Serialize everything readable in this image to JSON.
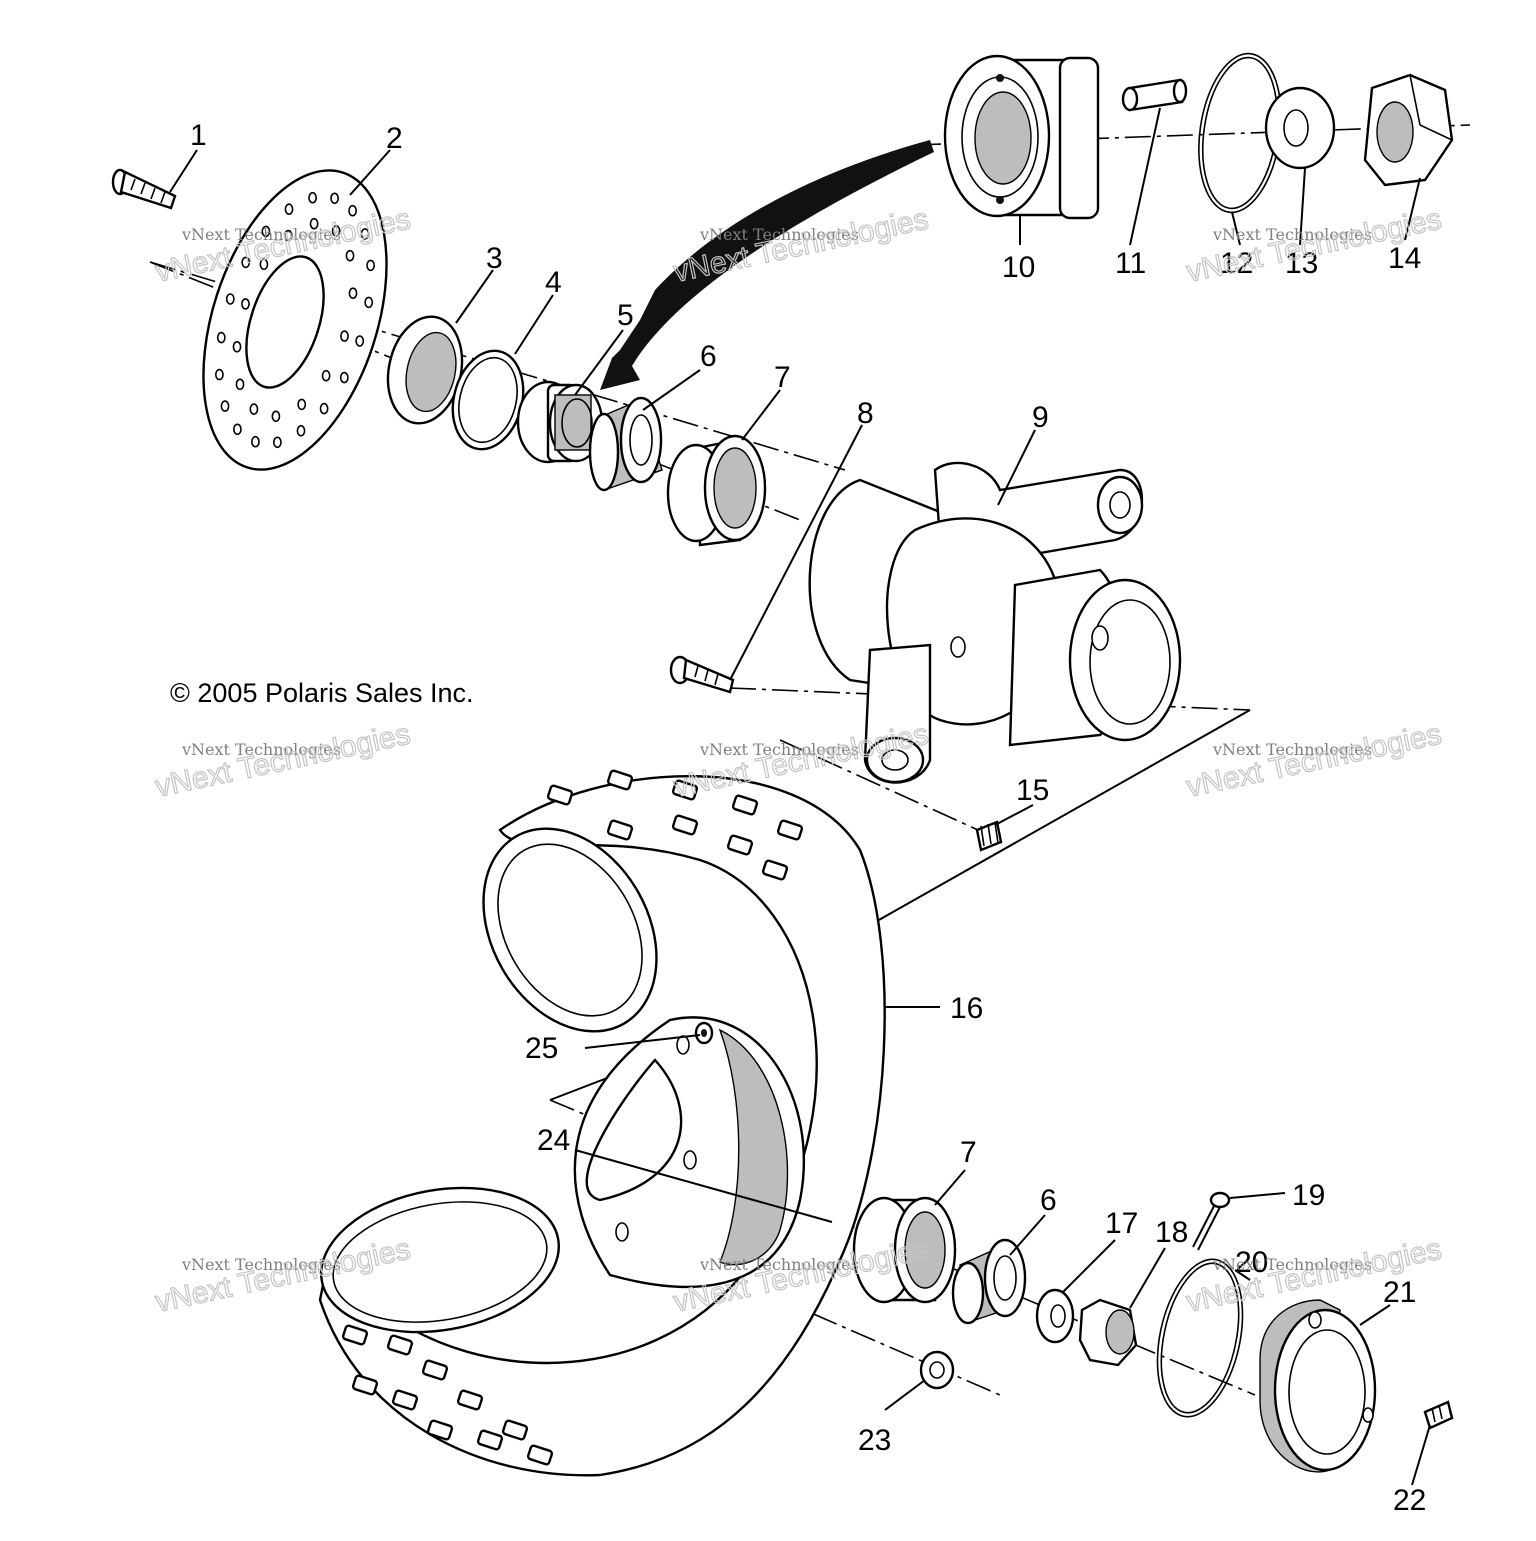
{
  "copyright": "© 2005 Polaris Sales Inc.",
  "watermark": {
    "line1": "vNext Technologies",
    "line2": "vNext Technologies"
  },
  "callouts": [
    {
      "id": "1",
      "text": "1"
    },
    {
      "id": "2",
      "text": "2"
    },
    {
      "id": "3",
      "text": "3"
    },
    {
      "id": "4",
      "text": "4"
    },
    {
      "id": "5",
      "text": "5"
    },
    {
      "id": "6a",
      "text": "6"
    },
    {
      "id": "7a",
      "text": "7"
    },
    {
      "id": "8",
      "text": "8"
    },
    {
      "id": "9",
      "text": "9"
    },
    {
      "id": "10",
      "text": "10"
    },
    {
      "id": "11",
      "text": "11"
    },
    {
      "id": "12",
      "text": "12"
    },
    {
      "id": "13",
      "text": "13"
    },
    {
      "id": "14",
      "text": "14"
    },
    {
      "id": "15",
      "text": "15"
    },
    {
      "id": "16",
      "text": "16"
    },
    {
      "id": "25",
      "text": "25"
    },
    {
      "id": "24",
      "text": "24"
    },
    {
      "id": "7b",
      "text": "7"
    },
    {
      "id": "6b",
      "text": "6"
    },
    {
      "id": "17",
      "text": "17"
    },
    {
      "id": "18",
      "text": "18"
    },
    {
      "id": "19",
      "text": "19"
    },
    {
      "id": "20",
      "text": "20"
    },
    {
      "id": "21",
      "text": "21"
    },
    {
      "id": "22",
      "text": "22"
    },
    {
      "id": "23",
      "text": "23"
    }
  ]
}
